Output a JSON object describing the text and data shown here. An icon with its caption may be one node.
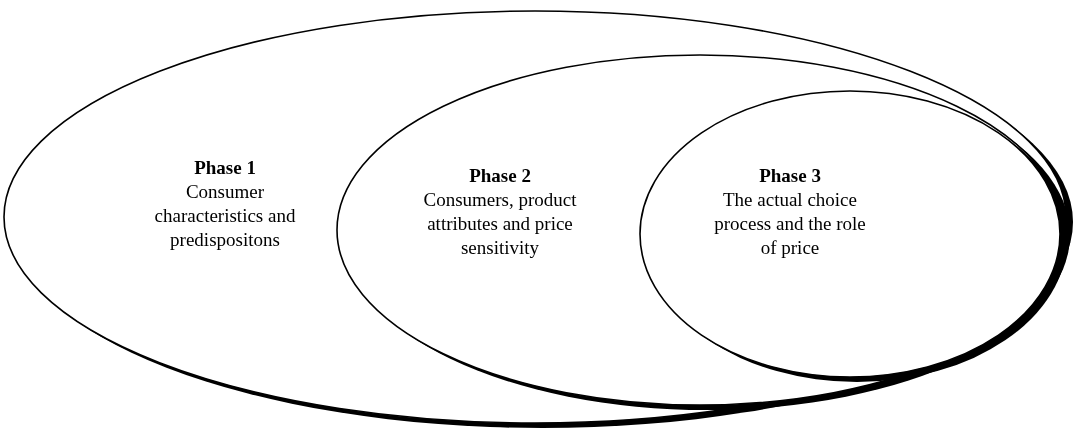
{
  "diagram": {
    "nodes": [
      {
        "text": [
          "Phase 1",
          "Consumer characteristics and predispositons"
        ]
      },
      {
        "text": [
          "Phase 2",
          "Consumers, product attributes and price sensitivity"
        ],
        "in": 0
      },
      {
        "text": [
          "Phase 3",
          "The actual choice process and the role of price"
        ],
        "in": 1
      }
    ]
  }
}
